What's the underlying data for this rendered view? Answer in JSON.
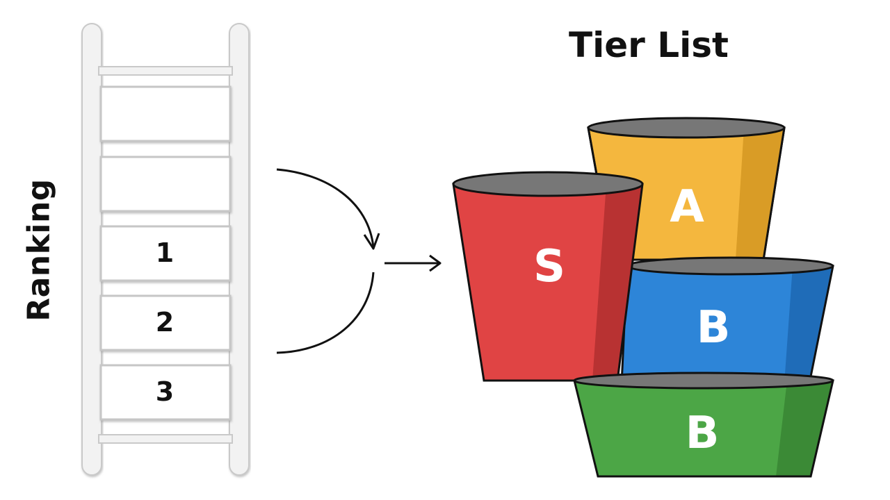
{
  "title": "Tier List",
  "ranking_label": "Ranking",
  "ladder": {
    "rungs": [
      "",
      "",
      "1",
      "2",
      "3"
    ]
  },
  "tiers": [
    {
      "label": "S",
      "color": "#e04444"
    },
    {
      "label": "A",
      "color": "#f4b73e"
    },
    {
      "label": "B",
      "color": "#2d85d8"
    },
    {
      "label": "B",
      "color": "#4ca646"
    }
  ]
}
